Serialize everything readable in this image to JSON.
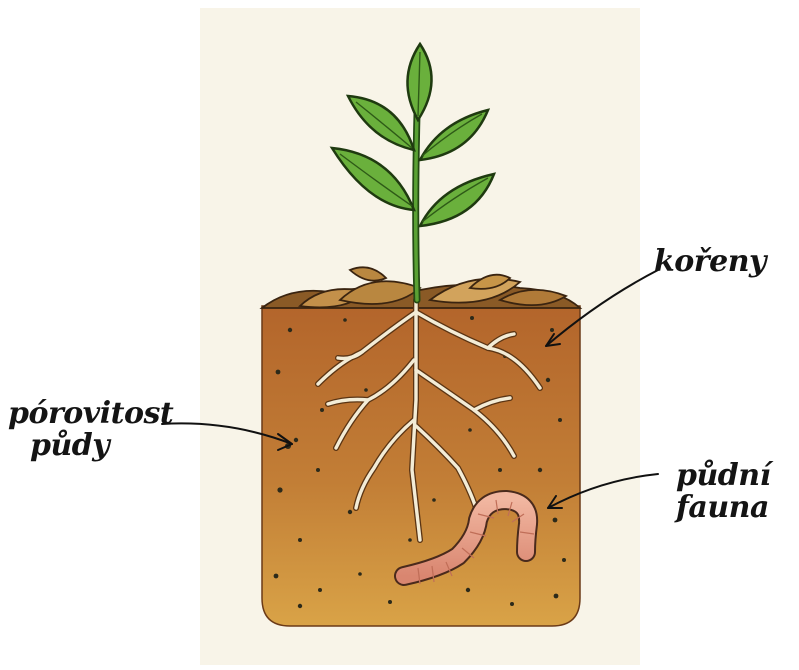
{
  "labels": {
    "roots": "kořeny",
    "porosity_line1": "pórovitost",
    "porosity_line2": "půdy",
    "fauna_line1": "půdní",
    "fauna_line2": "fauna"
  },
  "colors": {
    "card": "#f8f4e8",
    "soil_top": "#b86a2e",
    "soil_bottom": "#d49a42",
    "leaf": "#6ab03c",
    "leaf_outline": "#1f3a10",
    "root": "#f3ecd6",
    "worm": "#e9a089",
    "mulch": "#b98740"
  }
}
